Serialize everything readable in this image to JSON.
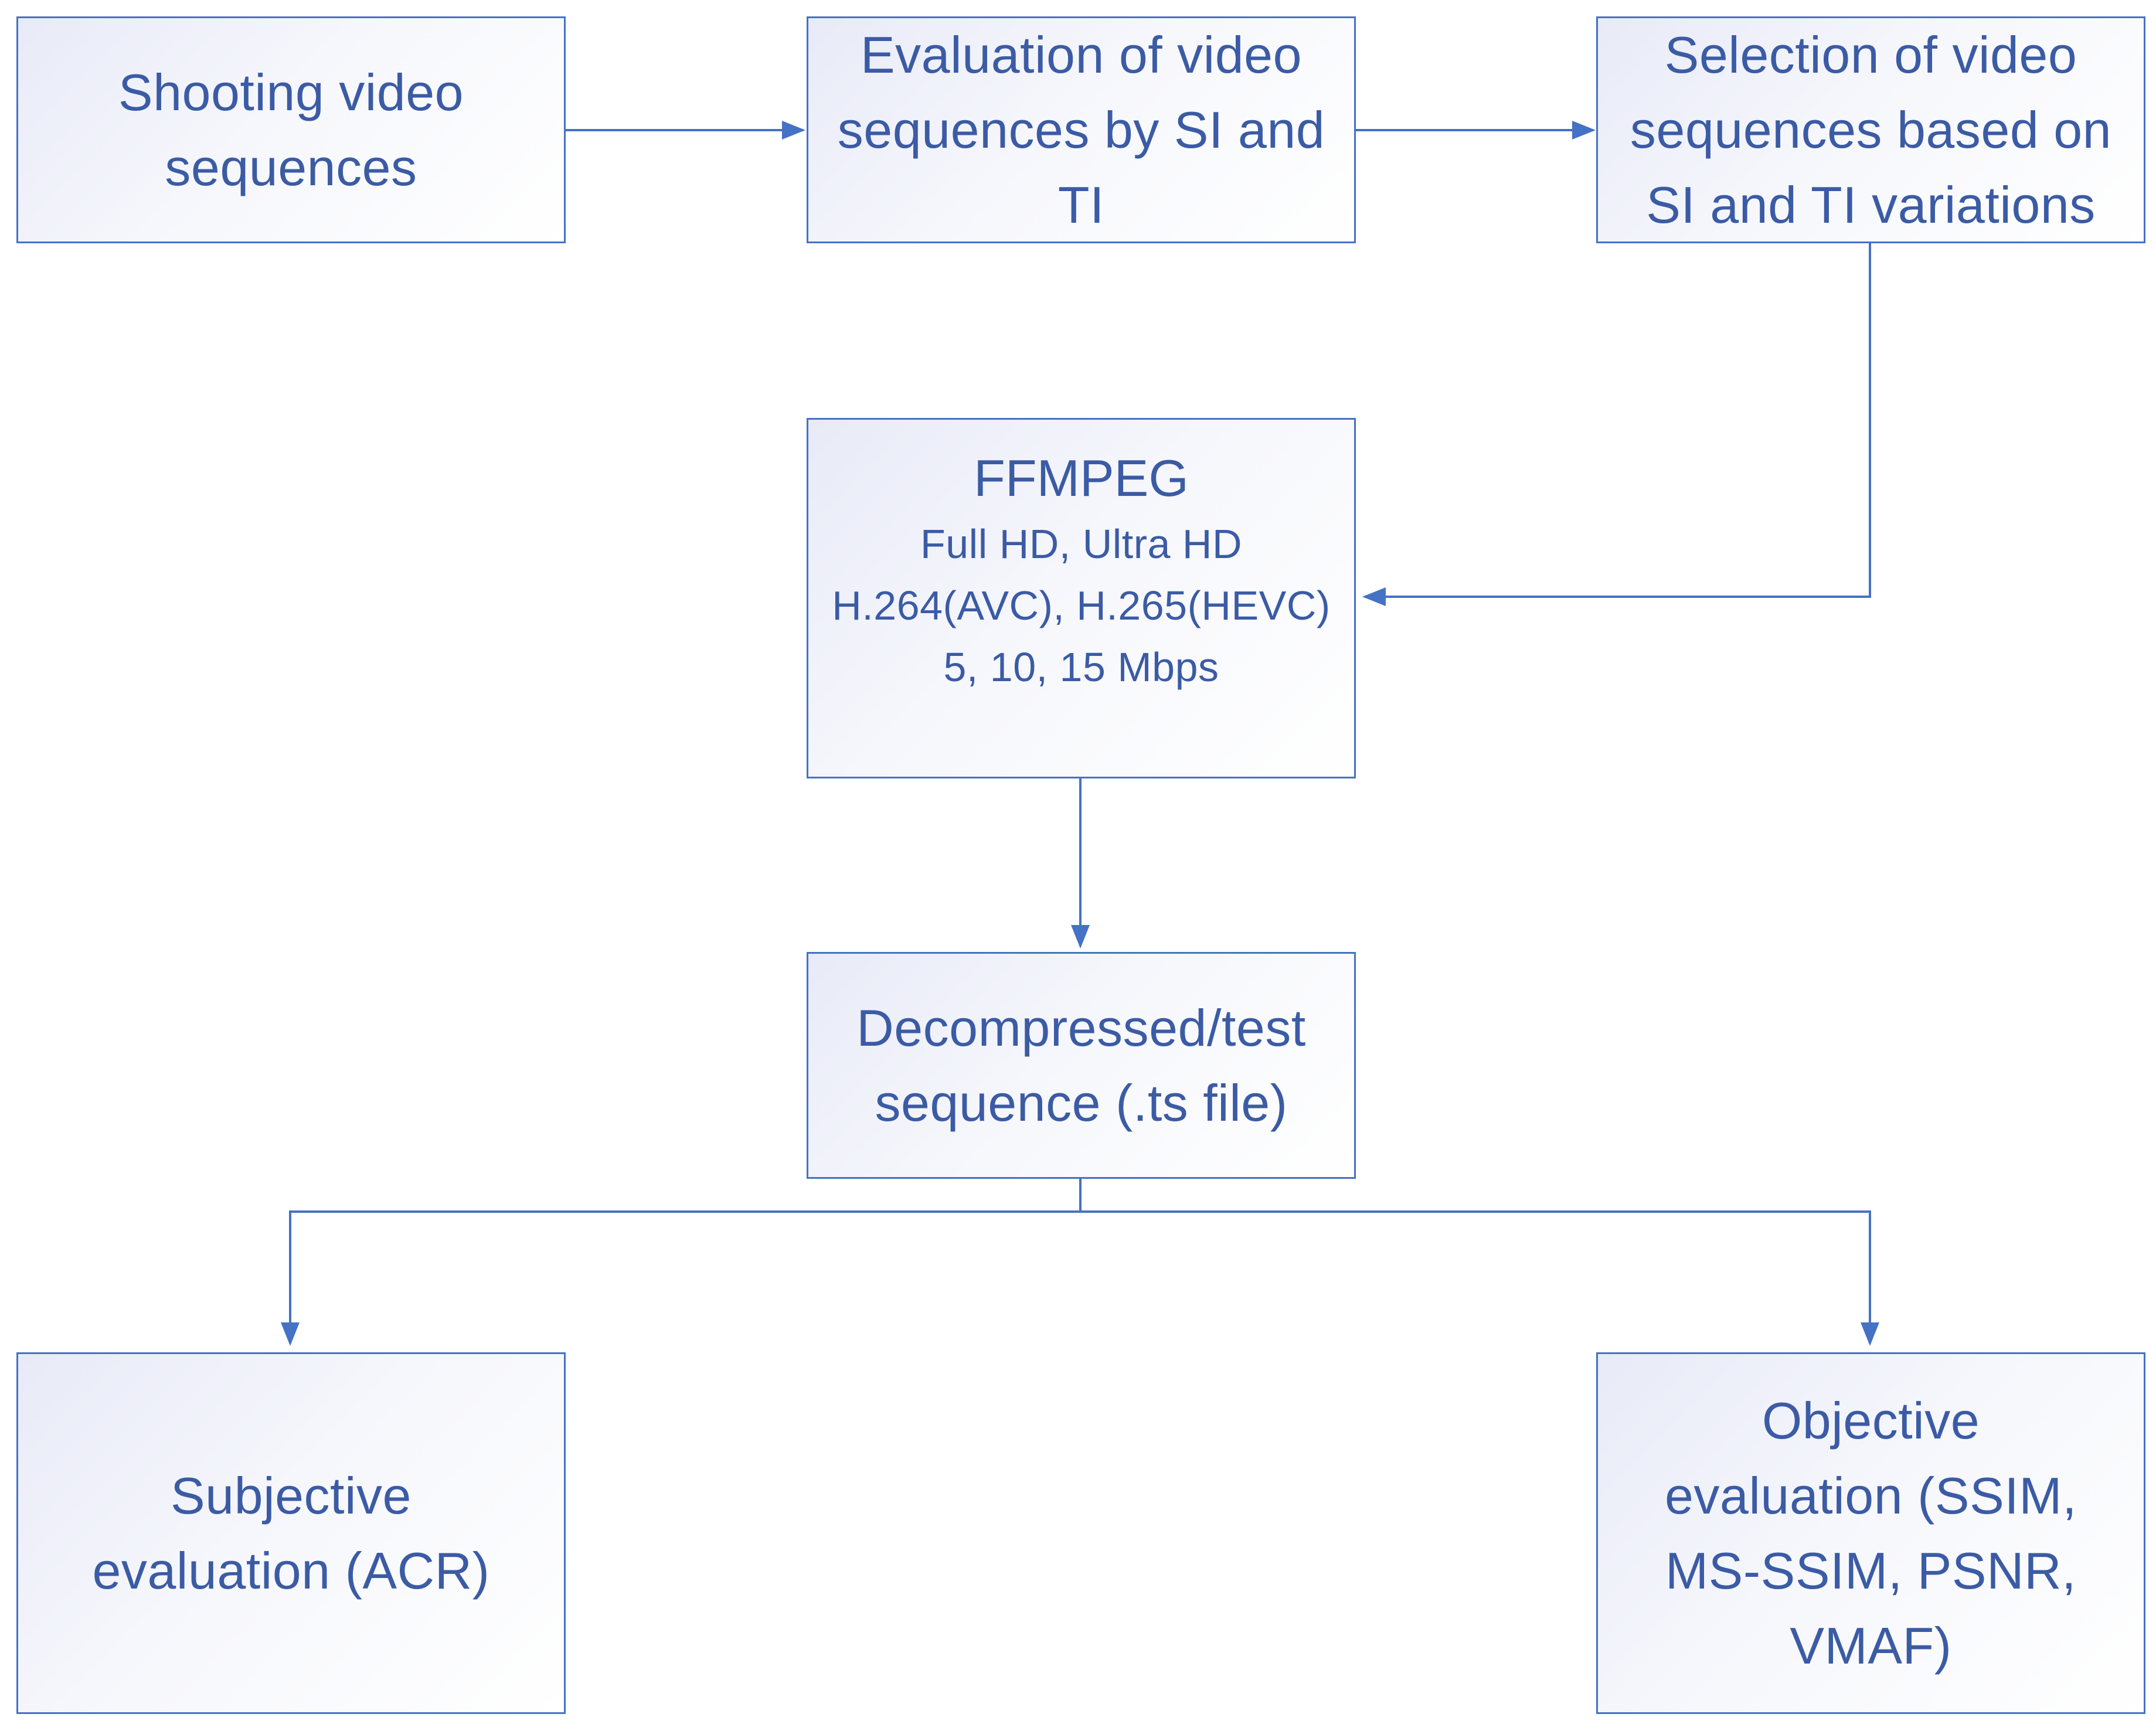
{
  "nodes": {
    "shooting": {
      "text": "Shooting video\nsequences"
    },
    "evaluation_si_ti": {
      "text": "Evaluation of video\nsequences by SI and\nTI"
    },
    "selection": {
      "text": "Selection of video\nsequences based on\nSI and TI variations"
    },
    "ffmpeg": {
      "title": "FFMPEG",
      "lines": [
        "Full HD, Ultra HD",
        "H.264(AVC), H.265(HEVC)",
        "5, 10, 15 Mbps"
      ]
    },
    "decompressed": {
      "text": "Decompressed/test\nsequence (.ts file)"
    },
    "subjective": {
      "text": "Subjective\nevaluation (ACR)"
    },
    "objective": {
      "text": "Objective\nevaluation (SSIM,\nMS-SSIM, PSNR,\nVMAF)"
    }
  },
  "colors": {
    "line": "#4472c4",
    "text": "#3b5ba5",
    "box_fill_start": "#e8eaf7",
    "box_fill_end": "#ffffff"
  }
}
